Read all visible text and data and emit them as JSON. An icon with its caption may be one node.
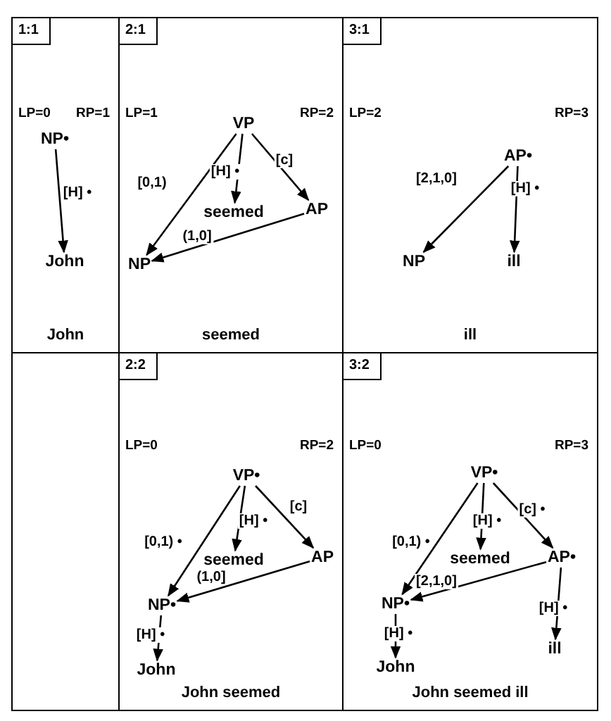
{
  "diagram": {
    "nodes": [
      {
        "text": [
          "1:1",
          "LP=0",
          "RP=1",
          "John"
        ]
      },
      {
        "text": [
          "NP•"
        ],
        "in": 0
      },
      {
        "text": [
          "John"
        ],
        "in": 0
      },
      {
        "text": [
          "2:1",
          "LP=1",
          "RP=2",
          "seemed"
        ]
      },
      {
        "text": [
          "VP"
        ],
        "in": 3
      },
      {
        "text": [
          "seemed"
        ],
        "in": 3
      },
      {
        "text": [
          "AP"
        ],
        "in": 3
      },
      {
        "text": [
          "NP"
        ],
        "in": 3
      },
      {
        "text": [
          "3:1",
          "LP=2",
          "RP=3",
          "ill"
        ]
      },
      {
        "text": [
          "AP•"
        ],
        "in": 8
      },
      {
        "text": [
          "NP"
        ],
        "in": 8
      },
      {
        "text": [
          "ill"
        ],
        "in": 8
      },
      {
        "text": [],
        "shape": "box"
      },
      {
        "text": [
          "2:2",
          "LP=0",
          "RP=2",
          "John seemed"
        ]
      },
      {
        "text": [
          "VP•"
        ],
        "in": 13
      },
      {
        "text": [
          "seemed"
        ],
        "in": 13
      },
      {
        "text": [
          "AP"
        ],
        "in": 13
      },
      {
        "text": [
          "NP•"
        ],
        "in": 13
      },
      {
        "text": [
          "John"
        ],
        "in": 13
      },
      {
        "text": [
          "3:2",
          "LP=0",
          "RP=3",
          "John seemed ill"
        ]
      },
      {
        "text": [
          "VP•"
        ],
        "in": 19
      },
      {
        "text": [
          "seemed"
        ],
        "in": 19
      },
      {
        "text": [
          "AP•"
        ],
        "in": 19
      },
      {
        "text": [
          "NP•"
        ],
        "in": 19
      },
      {
        "text": [
          "John"
        ],
        "in": 19
      },
      {
        "text": [
          "ill"
        ],
        "in": 19
      }
    ],
    "edges": [
      {
        "from": 1,
        "to": 2,
        "arrow": "to",
        "label": "[H] •"
      },
      {
        "from": 4,
        "to": 7,
        "arrow": "to",
        "label": "[0,1)"
      },
      {
        "from": 4,
        "to": 5,
        "arrow": "to",
        "label": "[H] •"
      },
      {
        "from": 4,
        "to": 6,
        "arrow": "to",
        "label": "[c]"
      },
      {
        "from": 6,
        "to": 7,
        "arrow": "to",
        "label": "(1,0]"
      },
      {
        "from": 9,
        "to": 10,
        "arrow": "to",
        "label": "[2,1,0]"
      },
      {
        "from": 9,
        "to": 11,
        "arrow": "to",
        "label": "[H] •"
      },
      {
        "from": 14,
        "to": 17,
        "arrow": "to",
        "label": "[0,1) •"
      },
      {
        "from": 14,
        "to": 15,
        "arrow": "to",
        "label": "[H] •"
      },
      {
        "from": 14,
        "to": 16,
        "arrow": "to",
        "label": "[c]"
      },
      {
        "from": 16,
        "to": 17,
        "arrow": "to",
        "label": "(1,0]"
      },
      {
        "from": 17,
        "to": 18,
        "arrow": "to",
        "label": "[H] •"
      },
      {
        "from": 20,
        "to": 23,
        "arrow": "to",
        "label": "[0,1) •"
      },
      {
        "from": 20,
        "to": 21,
        "arrow": "to",
        "label": "[H] •"
      },
      {
        "from": 20,
        "to": 22,
        "arrow": "to",
        "label": "[c] •"
      },
      {
        "from": 22,
        "to": 23,
        "arrow": "to",
        "label": "[2,1,0]"
      },
      {
        "from": 23,
        "to": 24,
        "arrow": "to",
        "label": "[H] •"
      },
      {
        "from": 22,
        "to": 25,
        "arrow": "to",
        "label": "[H] •"
      }
    ]
  }
}
